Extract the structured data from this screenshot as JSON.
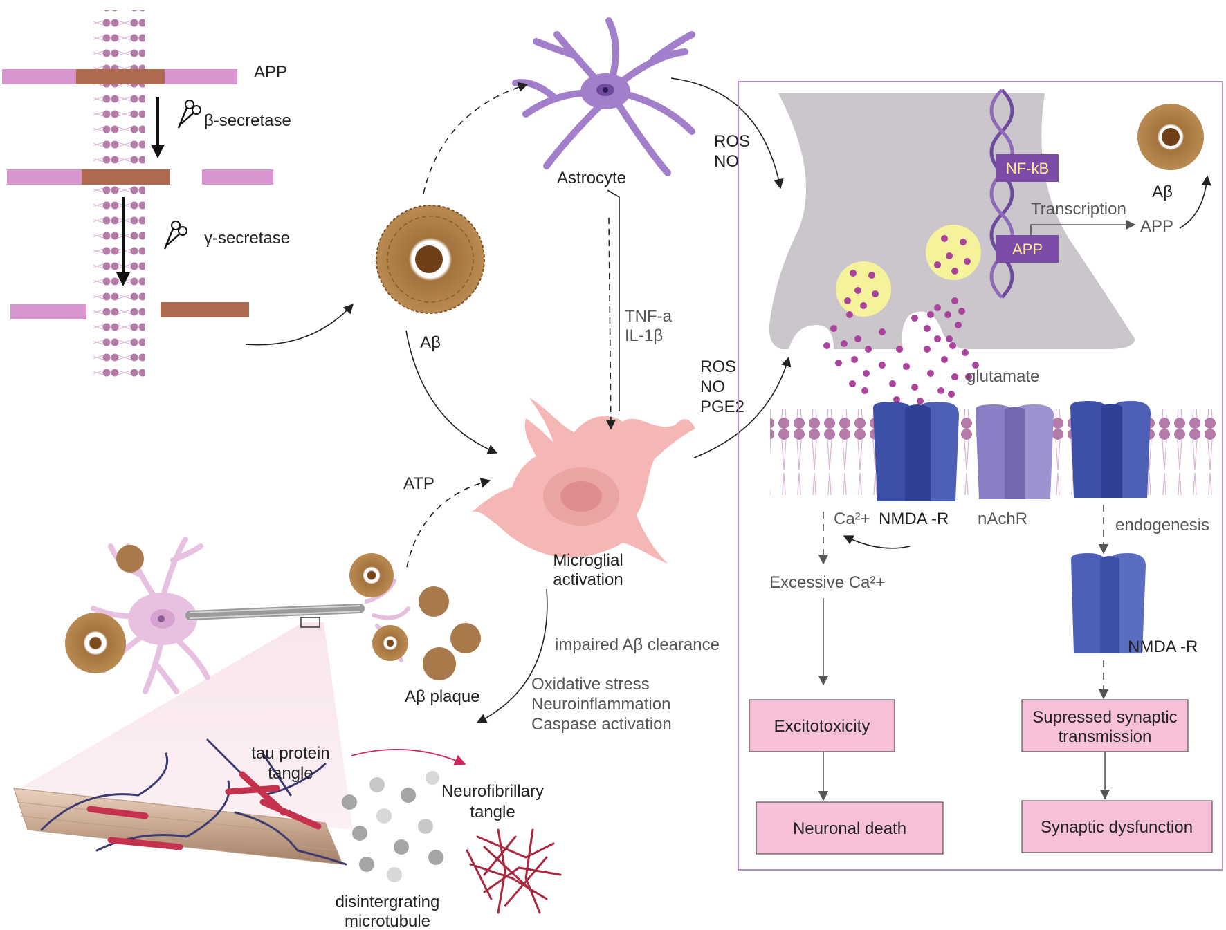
{
  "labels": {
    "app_top": "APP",
    "beta_secretase": "β-secretase",
    "gamma_secretase": "γ-secretase",
    "abeta_center": "Aβ",
    "astrocyte": "Astrocyte",
    "ros_no_1_a": "ROS",
    "ros_no_1_b": "NO",
    "tnf": "TNF-a",
    "il1": "IL-1β",
    "ros_no_2_a": "ROS",
    "ros_no_2_b": "NO",
    "ros_no_2_c": "PGE2",
    "atp": "ATP",
    "microglial_a": "Microglial",
    "microglial_b": "activation",
    "impaired": "impaired Aβ clearance",
    "oxidative": "Oxidative stress",
    "neuroinflammation": "Neuroinflammation",
    "caspase": "Caspase activation",
    "abeta_plaque": "Aβ plaque",
    "tau": "tau protein",
    "tangle": "tangle",
    "neurofibrillary_a": "Neurofibrillary",
    "neurofibrillary_b": "tangle",
    "disintegrating_a": "disintergrating",
    "disintegrating_b": "microtubule",
    "nfkb": "NF-kB",
    "app_box": "APP",
    "transcription": "Transcription",
    "app_right": "APP",
    "abeta_right": "Aβ",
    "glutamate": "glutamate",
    "ca": "Ca²+",
    "nmda": "NMDA -R",
    "nachr": "nAchR",
    "endogenesis": "endogenesis",
    "excessive_ca": "Excessive Ca²+",
    "nmda_2": "NMDA -R",
    "excitotoxicity": "Excitotoxicity",
    "neuronal_death": "Neuronal death",
    "suppressed_a": "Supressed synaptic",
    "suppressed_b": "transmission",
    "synaptic_dysfunction": "Synaptic dysfunction"
  },
  "colors": {
    "membrane": "#b57ba8",
    "app_pink": "#d795cf",
    "app_brown": "#b06a4f",
    "astrocyte": "#a27fca",
    "microglia": "#f5b7b5",
    "neuron": "#e8c0e0",
    "plaque": "#9b6b33",
    "synapse_grey": "#cac6cc",
    "receptor_dark": "#3d4fa6",
    "receptor_light": "#8a7fc4",
    "box_pink": "#f6c0d8",
    "dna": "#6d4a9c",
    "tau_red": "#c4324e",
    "panel_border": "#b190c8"
  }
}
